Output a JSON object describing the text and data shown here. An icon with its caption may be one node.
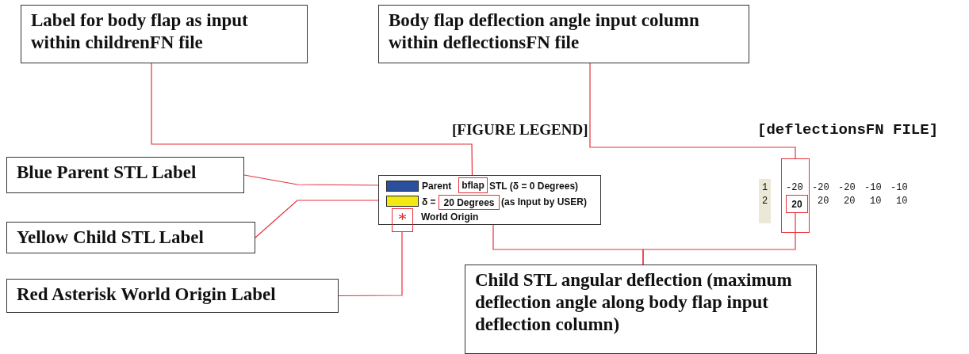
{
  "diagram": {
    "nodes": [
      {
        "text": [
          "Label for body flap as input within childrenFN file"
        ]
      },
      {
        "text": [
          "Body flap deflection angle input column within deflectionsFN file"
        ]
      },
      {
        "text": [
          "Blue Parent STL Label"
        ]
      },
      {
        "text": [
          "Yellow Child STL Label"
        ]
      },
      {
        "text": [
          "Red Asterisk World Origin Label"
        ]
      },
      {
        "text": [
          "Child STL angular deflection (maximum deflection angle along body flap input deflection column)"
        ]
      },
      {
        "text": [
          "[FIGURE LEGEND]"
        ]
      },
      {
        "text": [],
        "shape": "box",
        "in": 6
      },
      {
        "text": [
          "bflap"
        ],
        "in": 6
      },
      {
        "text": [],
        "shape": "box",
        "in": 6
      },
      {
        "text": [
          "20 Degrees"
        ],
        "in": 6
      },
      {
        "text": [],
        "shape": "box"
      },
      {
        "text": [
          "-20"
        ]
      },
      {
        "text": [
          "20"
        ],
        "in": 12
      }
    ],
    "edges": [
      {
        "from": 0,
        "to": 8,
        "arrow": "none",
        "color": "#e8303a"
      },
      {
        "from": 1,
        "to": 12,
        "arrow": "none",
        "color": "#e8303a"
      },
      {
        "from": 2,
        "to": 7,
        "arrow": "none",
        "color": "#e8303a"
      },
      {
        "from": 3,
        "to": 9,
        "arrow": "none",
        "color": "#e8303a"
      },
      {
        "from": 4,
        "to": 11,
        "arrow": "none",
        "color": "#e8303a"
      },
      {
        "from": 5,
        "to": 10,
        "arrow": "none",
        "color": "#e8303a"
      },
      {
        "from": 5,
        "to": 13,
        "arrow": "none",
        "color": "#e8303a"
      }
    ],
    "labels": [
      "[deflectionsFN FILE]",
      "Parent",
      "STL (δ = 0 Degrees)",
      "δ =",
      "(as Input by USER)",
      "World Origin",
      "1",
      "-20",
      "-20",
      "-10",
      "-10",
      "2",
      "20",
      "20",
      "10",
      "10"
    ]
  }
}
